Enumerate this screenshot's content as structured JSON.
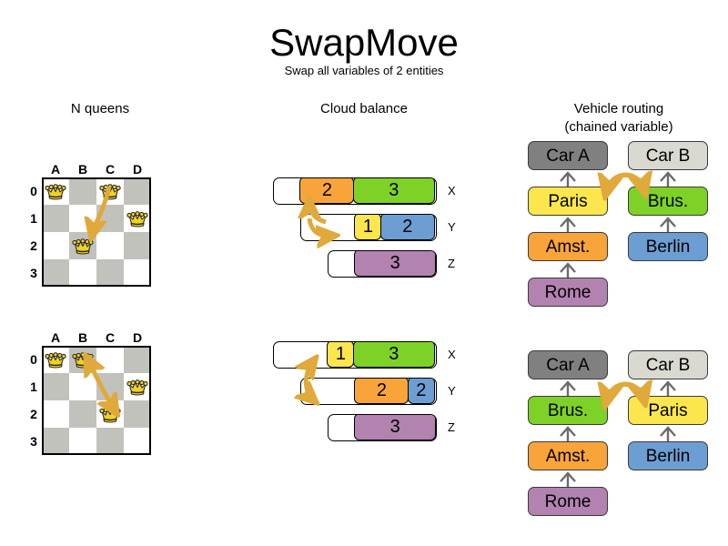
{
  "header": {
    "title": "SwapMove",
    "subtitle": "Swap all variables of 2 entities"
  },
  "columns": {
    "nqueens_title": "N queens",
    "cloud_title": "Cloud balance",
    "vrp_title": "Vehicle routing\n(chained variable)",
    "vrp_title_line1": "Vehicle routing",
    "vrp_title_line2": "(chained variable)"
  },
  "colors": {
    "queen_gold": "#f2d21e",
    "board_dark": "#c2c2bd",
    "board_light": "#ffffff",
    "arrow": "#e0a93b",
    "orange": "#f8a githubs",
    "orange_hex": "#f9a43b",
    "green": "#7ed227",
    "yellow": "#fbe64d",
    "blue": "#6d9ed3",
    "purple": "#b282b0",
    "car_a_gray": "#808080",
    "car_b_gray": "#d9d9d2"
  },
  "nqueens": {
    "col_headers": [
      "A",
      "B",
      "C",
      "D"
    ],
    "row_headers": [
      "0",
      "1",
      "2",
      "3"
    ],
    "before": {
      "queens": [
        {
          "col": 0,
          "row": 0
        },
        {
          "col": 2,
          "row": 0
        },
        {
          "col": 3,
          "row": 1
        },
        {
          "col": 1,
          "row": 2
        }
      ],
      "move_from": {
        "col": 2,
        "row": 0
      },
      "move_to": {
        "col": 1,
        "row": 2
      }
    },
    "after": {
      "queens": [
        {
          "col": 0,
          "row": 0
        },
        {
          "col": 1,
          "row": 0
        },
        {
          "col": 3,
          "row": 1
        },
        {
          "col": 2,
          "row": 2
        }
      ],
      "move_from": {
        "col": 1,
        "row": 0
      },
      "move_to": {
        "col": 2,
        "row": 2
      }
    }
  },
  "cloud": {
    "row_labels": [
      "X",
      "Y",
      "Z"
    ],
    "before": [
      {
        "label": "X",
        "empty_width": 30,
        "segments": [
          {
            "value": "2",
            "width": 60,
            "color": "#f9a43b"
          },
          {
            "value": "3",
            "width": 90,
            "color": "#7ed227"
          }
        ]
      },
      {
        "label": "Y",
        "empty_width": 60,
        "segments": [
          {
            "value": "1",
            "width": 30,
            "color": "#fbe64d"
          },
          {
            "value": "2",
            "width": 60,
            "color": "#6d9ed3"
          }
        ]
      },
      {
        "label": "Z",
        "empty_width": 30,
        "segments": [
          {
            "value": "3",
            "width": 90,
            "color": "#b282b0"
          }
        ]
      }
    ],
    "after": [
      {
        "label": "X",
        "empty_width": 60,
        "segments": [
          {
            "value": "1",
            "width": 30,
            "color": "#fbe64d"
          },
          {
            "value": "3",
            "width": 90,
            "color": "#7ed227"
          }
        ]
      },
      {
        "label": "Y",
        "empty_width": 60,
        "segments": [
          {
            "value": "2",
            "width": 60,
            "color": "#f9a43b"
          },
          {
            "value": "2",
            "width": 30,
            "color": "#6d9ed3"
          }
        ]
      },
      {
        "label": "Z",
        "empty_width": 30,
        "segments": [
          {
            "value": "3",
            "width": 90,
            "color": "#b282b0"
          }
        ]
      }
    ]
  },
  "vrp": {
    "before": {
      "car_a": {
        "label": "Car A",
        "color": "#808080"
      },
      "car_b": {
        "label": "Car B",
        "color": "#d9d9d2"
      },
      "chain_a": [
        {
          "label": "Paris",
          "color": "#fbe64d"
        },
        {
          "label": "Amst.",
          "color": "#f9a43b"
        },
        {
          "label": "Rome",
          "color": "#b282b0"
        }
      ],
      "chain_b": [
        {
          "label": "Brus.",
          "color": "#7ed227"
        },
        {
          "label": "Berlin",
          "color": "#6d9ed3"
        }
      ]
    },
    "after": {
      "car_a": {
        "label": "Car A",
        "color": "#808080"
      },
      "car_b": {
        "label": "Car B",
        "color": "#d9d9d2"
      },
      "chain_a": [
        {
          "label": "Brus.",
          "color": "#7ed227"
        },
        {
          "label": "Amst.",
          "color": "#f9a43b"
        },
        {
          "label": "Rome",
          "color": "#b282b0"
        }
      ],
      "chain_b": [
        {
          "label": "Paris",
          "color": "#fbe64d"
        },
        {
          "label": "Berlin",
          "color": "#6d9ed3"
        }
      ]
    }
  }
}
